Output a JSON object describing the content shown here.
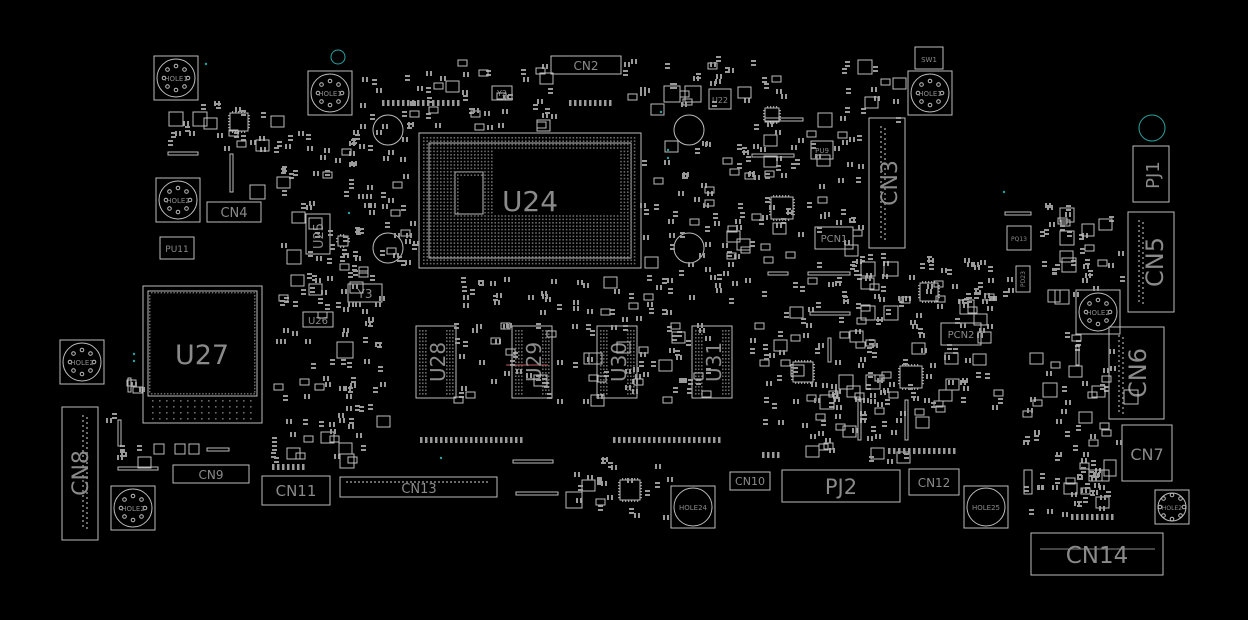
{
  "components": {
    "u24": "U24",
    "u27": "U27",
    "u28": "U28",
    "u29": "U29",
    "u30": "U30",
    "u31": "U31",
    "u25": "U25",
    "u26": "U26",
    "u22": "U22",
    "y3": "Y3",
    "y2": "Y2",
    "pu11": "PU11",
    "pcn1": "PCN1",
    "pcn2": "PCN2",
    "pu9": "PU9",
    "pq13": "PQ13",
    "pd23": "PD23",
    "pj1": "PJ1",
    "pj2": "PJ2",
    "sw1": "SW1",
    "cn2": "CN2",
    "cn3": "CN3",
    "cn4": "CN4",
    "cn5": "CN5",
    "cn6": "CN6",
    "cn7": "CN7",
    "cn8": "CN8",
    "cn9": "CN9",
    "cn10": "CN10",
    "cn11": "CN11",
    "cn12": "CN12",
    "cn13": "CN13",
    "cn14": "CN14",
    "hole24": "HOLE24",
    "hole25": "HOLE25"
  },
  "holes": {
    "h1": "HOLE1",
    "h2": "HOLE1",
    "h3": "HOLE1",
    "h4": "HOLE2",
    "h5": "HOLE2",
    "h6": "HOLE2",
    "h7": "HOLE2",
    "h8": "HOLE2"
  },
  "colors": {
    "background": "#000000",
    "outline": "#bdbdbd",
    "label": "#8a8a8a",
    "ring": "#2aa3a3"
  }
}
